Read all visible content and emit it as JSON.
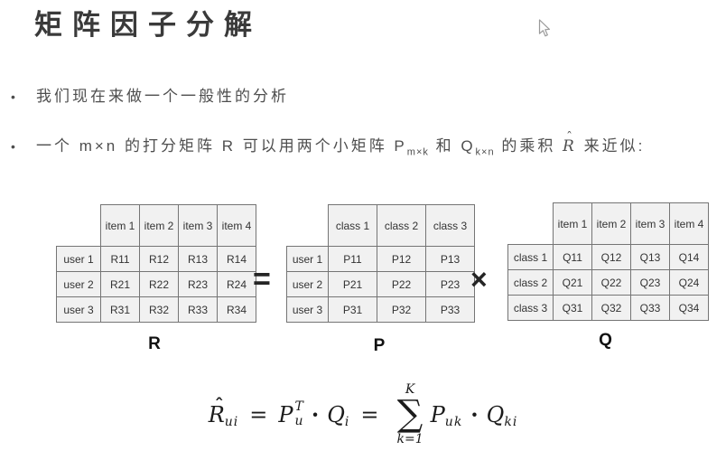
{
  "title": "矩阵因子分解",
  "bullets": {
    "glyph": "•",
    "b1": "我们现在来做一个一般性的分析",
    "b2": {
      "part1": "一个 m×n 的打分矩阵 R 可以用两个小矩阵 P",
      "sub1": "m×k",
      "part2": " 和 Q",
      "sub2": "k×n",
      "part3": " 的乘积 ",
      "rhat_letter": "R",
      "hat": "ˆ",
      "part4": " 来近似:"
    }
  },
  "diagram": {
    "equals": "=",
    "times": "×",
    "R": {
      "label": "R",
      "col_headers": [
        "item 1",
        "item 2",
        "item 3",
        "item 4"
      ],
      "row_headers": [
        "user 1",
        "user 2",
        "user 3"
      ],
      "cells": [
        [
          "R11",
          "R12",
          "R13",
          "R14"
        ],
        [
          "R21",
          "R22",
          "R23",
          "R24"
        ],
        [
          "R31",
          "R32",
          "R33",
          "R34"
        ]
      ]
    },
    "P": {
      "label": "P",
      "col_headers": [
        "class 1",
        "class 2",
        "class 3"
      ],
      "row_headers": [
        "user 1",
        "user 2",
        "user 3"
      ],
      "cells": [
        [
          "P11",
          "P12",
          "P13"
        ],
        [
          "P21",
          "P22",
          "P23"
        ],
        [
          "P31",
          "P32",
          "P33"
        ]
      ]
    },
    "Q": {
      "label": "Q",
      "col_headers": [
        "item 1",
        "item 2",
        "item 3",
        "item 4"
      ],
      "row_headers": [
        "class 1",
        "class 2",
        "class 3"
      ],
      "cells": [
        [
          "Q11",
          "Q12",
          "Q13",
          "Q14"
        ],
        [
          "Q21",
          "Q22",
          "Q23",
          "Q24"
        ],
        [
          "Q31",
          "Q32",
          "Q33",
          "Q34"
        ]
      ]
    }
  },
  "formula": {
    "hat": "ˆ",
    "lhs_letter": "R",
    "lhs_sub": "ui",
    "eq1": "=",
    "p_letter": "P",
    "p_sup": "T",
    "p_sub": "u",
    "dot1": "·",
    "q_letter": "Q",
    "q_sub": "i",
    "eq2": "=",
    "sum_upper": "K",
    "sigma": "∑",
    "sum_lower": "k=1",
    "p2_letter": "P",
    "p2_sub": "uk",
    "dot2": "·",
    "q2_letter": "Q",
    "q2_sub": "ki"
  },
  "colors": {
    "background": "#ffffff",
    "title_text": "#3a3a3a",
    "body_text": "#4e4e4e",
    "table_border": "#757575",
    "cell_bg": "#f1f1f1",
    "cell_text": "#333333",
    "label_text": "#111111",
    "formula_text": "#1b1b1b"
  }
}
